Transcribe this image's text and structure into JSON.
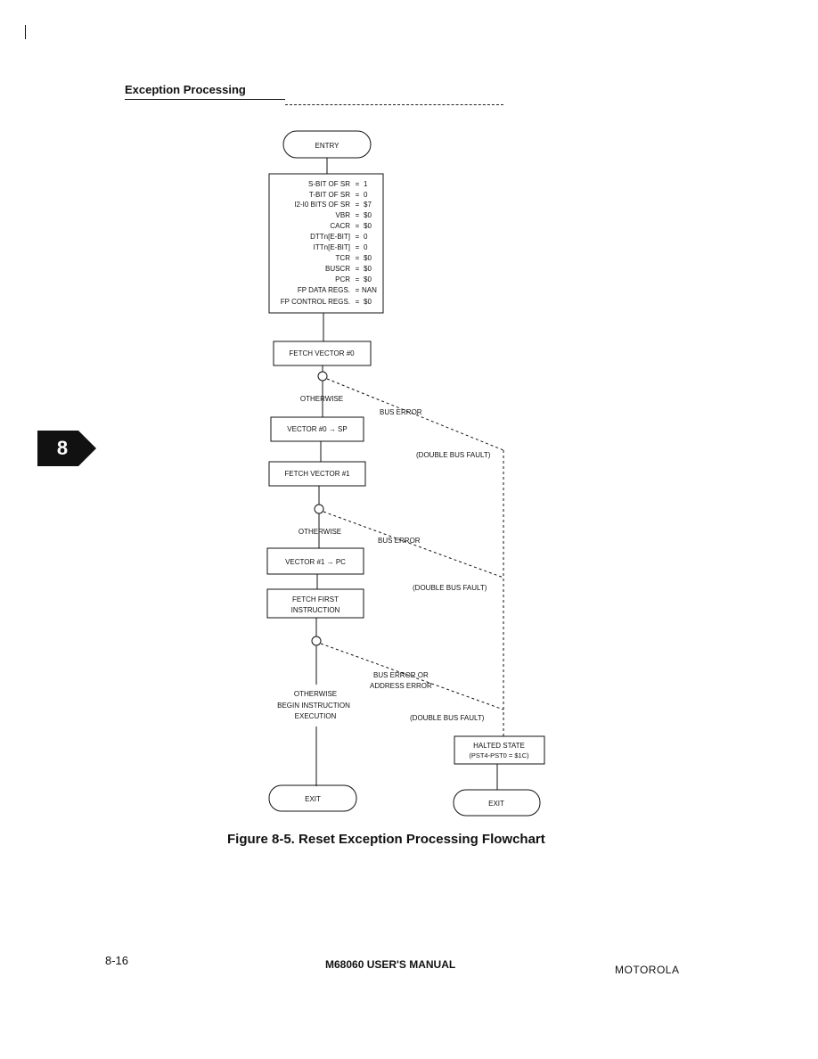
{
  "header": {
    "section_title": "Exception Processing"
  },
  "tab_number": "8",
  "flowchart": {
    "entry_label": "ENTRY",
    "register_rows": [
      {
        "name": "S-BIT OF SR",
        "op": "=",
        "value": "1"
      },
      {
        "name": "T-BIT OF SR",
        "op": "=",
        "value": "0"
      },
      {
        "name": "I2-I0 BITS OF SR",
        "op": "=",
        "value": "$7"
      },
      {
        "name": "VBR",
        "op": "=",
        "value": "$0"
      },
      {
        "name": "CACR",
        "op": "=",
        "value": "$0"
      },
      {
        "name": "DTTn[E-BIT]",
        "op": "=",
        "value": "0"
      },
      {
        "name": "ITTn[E-BIT]",
        "op": "=",
        "value": "0"
      },
      {
        "name": "TCR",
        "op": "=",
        "value": "$0"
      },
      {
        "name": "BUSCR",
        "op": "=",
        "value": "$0"
      },
      {
        "name": "PCR",
        "op": "=",
        "value": "$0"
      },
      {
        "name": "FP DATA REGS.",
        "op": "=",
        "value": "NAN"
      },
      {
        "name": "FP CONTROL REGS.",
        "op": "=",
        "value": "$0"
      }
    ],
    "fetch_vector_0": "FETCH VECTOR #0",
    "otherwise_1": "OTHERWISE",
    "bus_error_1": "BUS ERROR",
    "vector_0_to_sp": "VECTOR #0 → SP",
    "double_bus_fault_1": "(DOUBLE BUS FAULT)",
    "fetch_vector_1": "FETCH VECTOR #1",
    "otherwise_2": "OTHERWISE",
    "bus_error_2": "BUS ERROR",
    "vector_1_to_pc": "VECTOR #1 → PC",
    "double_bus_fault_2": "(DOUBLE BUS FAULT)",
    "fetch_first_line1": "FETCH FIRST",
    "fetch_first_line2": "INSTRUCTION",
    "otherwise_3": "OTHERWISE",
    "begin_line1": "BEGIN INSTRUCTION",
    "begin_line2": "EXECUTION",
    "bus_error_3_line1": "BUS ERROR OR",
    "bus_error_3_line2": "ADDRESS ERROR",
    "double_bus_fault_3": "(DOUBLE BUS FAULT)",
    "halted_line1": "HALTED STATE",
    "halted_line2": "(PST4-PST0 = $1C)",
    "exit_left": "EXIT",
    "exit_right": "EXIT"
  },
  "caption": "Figure 8-5. Reset Exception Processing Flowchart",
  "footer": {
    "page_number": "8-16",
    "manual_title": "M68060 USER'S MANUAL",
    "company": "MOTOROLA"
  }
}
